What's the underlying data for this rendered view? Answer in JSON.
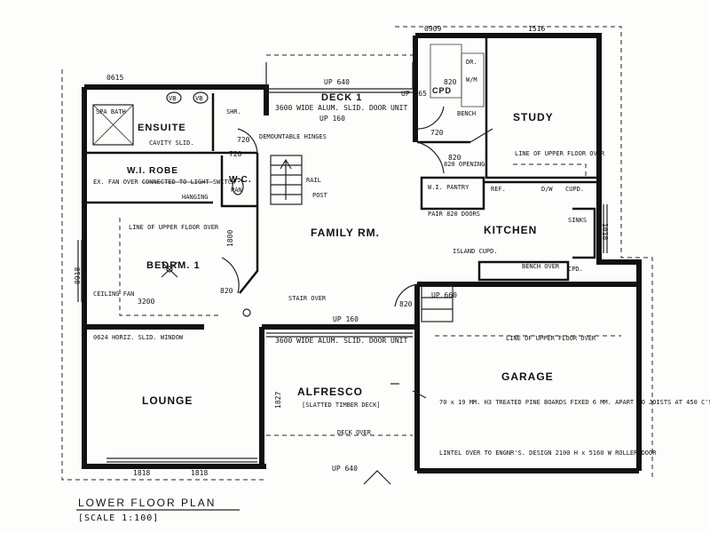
{
  "plan": {
    "title": "LOWER FLOOR PLAN",
    "scale": "[SCALE 1:100]",
    "rooms": {
      "deck": "DECK 1",
      "study": "STUDY",
      "ensuite": "ENSUITE",
      "wir": "W.I. ROBE",
      "wc": "W.C.",
      "family": "FAMILY RM.",
      "kitchen": "KITCHEN",
      "bedroom": "BEDRM. 1",
      "lounge": "LOUNGE",
      "alfresco": "ALFRESCO",
      "garage": "GARAGE",
      "cpd": "CPD",
      "pantry": "W.I. PANTRY"
    },
    "notes": {
      "deck_door": "3600 WIDE ALUM. SLID. DOOR UNIT",
      "alfresco_door": "3600 WIDE ALUM. SLID. DOOR UNIT",
      "spa": "SPA BATH",
      "vb1": "VB",
      "vb2": "VB",
      "shr": "SHR.",
      "cavity": "CAVITY SLID.",
      "demount": "DEMOUNTABLE HINGES",
      "fan": "EX. FAN OVER CONNECTED TO LIGHT SWITCH",
      "hanging": "HANGING",
      "pan": "PAN",
      "rail": "RAIL",
      "post": "POST",
      "line_upper_bed": "LINE OF UPPER FLOOR OVER",
      "line_upper_study": "LINE OF UPPER FLOOR OVER",
      "line_upper_garage": "LINE OF UPPER FLOOR OVER",
      "ceiling_fan": "CEILING FAN",
      "stair_over": "STAIR OVER",
      "window": "0624 HORIZ. SLID. WINDOW",
      "slatted": "[SLATTED TIMBER DECK]",
      "deck_over": "DECK OVER",
      "garage_boards": "70 x 19 MM. H3 TREATED PINE BOARDS FIXED 6 MM. APART TO JOISTS AT 450 C'S.",
      "lintel": "LINTEL OVER TO ENGNR'S. DESIGN 2100 H x 5160 W ROLLER DOOR",
      "dr": "DR.",
      "wm": "W/M",
      "bench": "BENCH",
      "opening": "820 OPENING",
      "pair_doors": "PAIR 820 DOORS",
      "ref": "REF.",
      "dw": "D/W",
      "cupd": "CUPD.",
      "sinks": "SINKS",
      "island": "ISLAND CUPD.",
      "bench_over": "BENCH OVER",
      "cpd_right": "CPD."
    },
    "dims": {
      "d0615": "0615",
      "d0909": "0909",
      "d1516": "1516",
      "up640_top": "UP 640",
      "up160_top": "UP 160",
      "up165": "UP 165",
      "d720a": "720",
      "d720b": "720",
      "d720c": "720",
      "d820a": "820",
      "d820b": "820",
      "d820c": "820",
      "d820d": "820",
      "d1800": "1800",
      "d3200": "3200",
      "d0918": "0918",
      "d1018": "1018",
      "up160_mid": "UP 160",
      "up640_bottom": "UP 640",
      "up_garage": "UP 660",
      "d1827": "1827",
      "d1818a": "1818",
      "d1818b": "1818"
    }
  }
}
